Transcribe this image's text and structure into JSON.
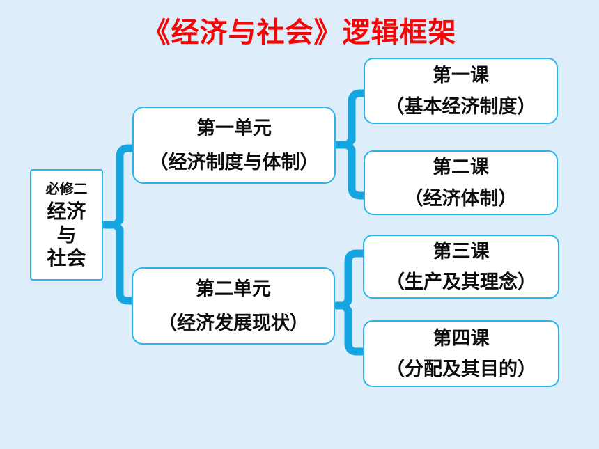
{
  "slide": {
    "title": "《经济与社会》逻辑框架"
  },
  "root_box": {
    "tag": "必修二",
    "line1": "经济",
    "line2": "与",
    "line3": "社会"
  },
  "units": [
    {
      "title": "第一单元",
      "subtitle": "（经济制度与体制）"
    },
    {
      "title": "第二单元",
      "subtitle": "（经济发展现状）"
    }
  ],
  "lessons": [
    {
      "title": "第一课",
      "subtitle": "（基本经济制度）"
    },
    {
      "title": "第二课",
      "subtitle": "（经济体制）"
    },
    {
      "title": "第三课",
      "subtitle": "（生产及其理念）"
    },
    {
      "title": "第四课",
      "subtitle": "（分配及其目的）"
    }
  ],
  "colors": {
    "background": "#ddeefa",
    "title_red": "#f50505",
    "box_border": "#2bb4ea",
    "box_fill": "#ffffff",
    "connector": "#15a6e2",
    "text": "#0d0d0d"
  }
}
